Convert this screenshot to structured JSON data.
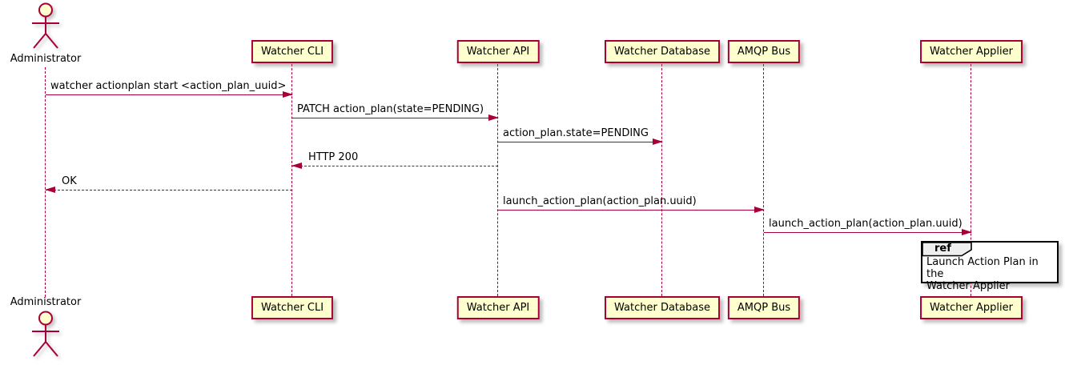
{
  "diagram_type": "uml-sequence",
  "colors": {
    "participant_fill": "#FEFECE",
    "border_and_arrow": "#A80036",
    "ref_border": "#000000",
    "ref_tab_fill": "#EEEEEE",
    "background": "#FFFFFF",
    "text": "#000000"
  },
  "actor": {
    "name": "Administrator"
  },
  "participants": [
    {
      "name": "Watcher CLI"
    },
    {
      "name": "Watcher API"
    },
    {
      "name": "Watcher Database"
    },
    {
      "name": "AMQP Bus"
    },
    {
      "name": "Watcher Applier"
    }
  ],
  "messages": [
    {
      "from": "Administrator",
      "to": "Watcher CLI",
      "label": "watcher actionplan start <action_plan_uuid>",
      "line": "solid",
      "direction": "right"
    },
    {
      "from": "Watcher CLI",
      "to": "Watcher API",
      "label": "PATCH action_plan(state=PENDING)",
      "line": "solid",
      "direction": "right"
    },
    {
      "from": "Watcher API",
      "to": "Watcher Database",
      "label": "action_plan.state=PENDING",
      "line": "solid",
      "direction": "right"
    },
    {
      "from": "Watcher API",
      "to": "Watcher CLI",
      "label": "HTTP 200",
      "line": "dashed",
      "direction": "left"
    },
    {
      "from": "Watcher CLI",
      "to": "Administrator",
      "label": "OK",
      "line": "dashed",
      "direction": "left"
    },
    {
      "from": "Watcher API",
      "to": "AMQP Bus",
      "label": "launch_action_plan(action_plan.uuid)",
      "line": "solid",
      "direction": "right"
    },
    {
      "from": "AMQP Bus",
      "to": "Watcher Applier",
      "label": "launch_action_plan(action_plan.uuid)",
      "line": "solid",
      "direction": "right"
    }
  ],
  "ref_fragment": {
    "keyword": "ref",
    "over": "Watcher Applier",
    "text": "Launch Action Plan in the\nWatcher Applier"
  }
}
